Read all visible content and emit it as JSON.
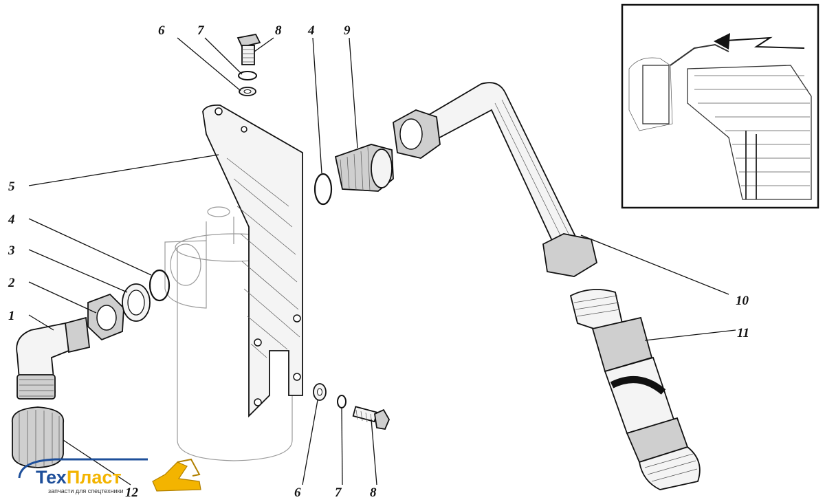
{
  "callouts": {
    "c1": "1",
    "c2": "2",
    "c3": "3",
    "c4a": "4",
    "c4b": "4",
    "c5": "5",
    "c6a": "6",
    "c6b": "6",
    "c7a": "7",
    "c7b": "7",
    "c8a": "8",
    "c8b": "8",
    "c9": "9",
    "c10": "10",
    "c11": "11",
    "c12": "12"
  },
  "logo": {
    "brand_part1": "Тех",
    "brand_part2": "Пласт",
    "tagline": "запчасти для спецтехники",
    "color_primary": "#1e4f9a",
    "color_accent": "#f3b400"
  }
}
